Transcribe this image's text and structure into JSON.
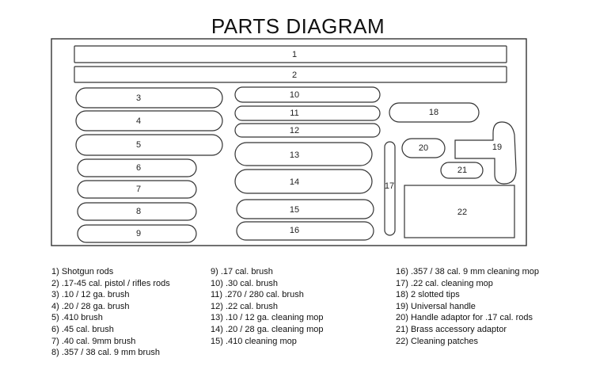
{
  "title": "PARTS DIAGRAM",
  "parts": [
    {
      "id": "1"
    },
    {
      "id": "2"
    },
    {
      "id": "3"
    },
    {
      "id": "4"
    },
    {
      "id": "5"
    },
    {
      "id": "6"
    },
    {
      "id": "7"
    },
    {
      "id": "8"
    },
    {
      "id": "9"
    },
    {
      "id": "10"
    },
    {
      "id": "11"
    },
    {
      "id": "12"
    },
    {
      "id": "13"
    },
    {
      "id": "14"
    },
    {
      "id": "15"
    },
    {
      "id": "16"
    },
    {
      "id": "17"
    },
    {
      "id": "18"
    },
    {
      "id": "19"
    },
    {
      "id": "20"
    },
    {
      "id": "21"
    },
    {
      "id": "22"
    }
  ],
  "legend": {
    "col1": [
      "1) Shotgun rods",
      "2) .17-45 cal. pistol / rifles rods",
      "3) .10 / 12 ga. brush",
      "4) .20 / 28 ga. brush",
      "5) .410 brush",
      "6) .45 cal. brush",
      "7) .40 cal. 9mm brush",
      "8) .357 / 38 cal. 9 mm brush"
    ],
    "col2": [
      "9) .17 cal. brush",
      "10) .30 cal. brush",
      "11) .270 / 280 cal. brush",
      "12) .22 cal. brush",
      "13) .10 / 12 ga. cleaning mop",
      "14) .20 / 28 ga. cleaning mop",
      "15) .410 cleaning mop"
    ],
    "col3": [
      "16) .357 / 38 cal. 9 mm cleaning mop",
      "17) .22 cal. cleaning mop",
      "18) 2 slotted tips",
      "19) Universal handle",
      "20) Handle adaptor for .17 cal. rods",
      "21) Brass accessory adaptor",
      "22) Cleaning patches"
    ]
  }
}
